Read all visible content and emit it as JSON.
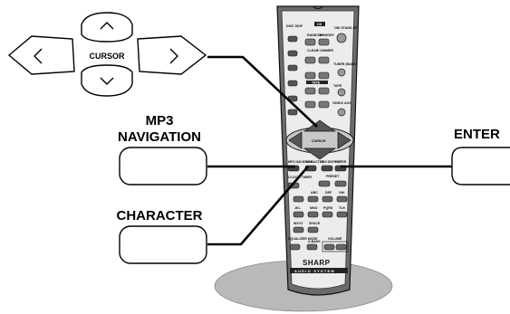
{
  "callouts": {
    "cursor": "CURSOR",
    "mp3_line1": "MP3",
    "mp3_line2": "NAVIGATION",
    "character": "CHARACTER",
    "enter": "ENTER"
  },
  "remote": {
    "top_labels": [
      "DISC SKIP",
      "CD",
      "RANDOM",
      "MEMORY",
      "ON/ STAND-BY"
    ],
    "clear_label": "CLEAR/ DIMMER",
    "tuner_label": "TUNER (BAND)",
    "tape_label": "TAPE",
    "tape_label2": "TAPE",
    "video_label": "VIDEO/ AUX",
    "center_label": "CURSOR",
    "row_labels": [
      "MP3 NAVI/ INFO",
      "CHARACTER",
      "ID3 DISPLAY",
      "ENTER"
    ],
    "preset_label": "PRESET",
    "clock_label": "CLOCK/ TIMER",
    "key_labels": [
      "ABC",
      "DEF",
      "GHI",
      "JKL",
      "MNO",
      "PQRS",
      "TUV",
      "WXYZ",
      "SPACE"
    ],
    "bottom_labels": [
      "EQUALIZER MODE",
      "X-BASS",
      "VOLUME"
    ],
    "brand": "SHARP",
    "subbrand": "AUDIO SYSTEM"
  }
}
